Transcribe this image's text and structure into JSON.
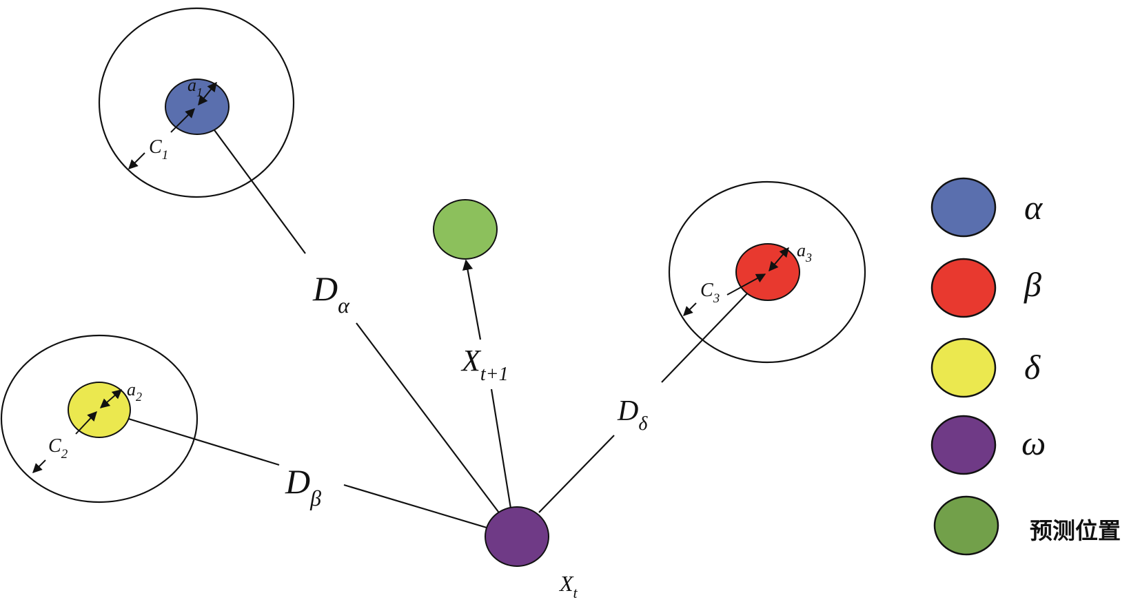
{
  "colors": {
    "alpha": "#5a6fae",
    "beta": "#e8392f",
    "delta": "#ebe84f",
    "omega": "#6f3a86",
    "predicted": "#8cc05c",
    "predicted_legend": "#72a04a"
  },
  "labels": {
    "D_alpha": {
      "main": "D",
      "sub": "α"
    },
    "D_beta": {
      "main": "D",
      "sub": "β"
    },
    "D_delta": {
      "main": "D",
      "sub": "δ"
    },
    "X_t1": {
      "main": "X",
      "sub": "t+1"
    },
    "X_t": {
      "main": "X",
      "sub": "t"
    },
    "C1": {
      "main": "C",
      "sub": "1"
    },
    "C2": {
      "main": "C",
      "sub": "2"
    },
    "C3": {
      "main": "C",
      "sub": "3"
    },
    "a1": {
      "main": "a",
      "sub": "1"
    },
    "a2": {
      "main": "a",
      "sub": "2"
    },
    "a3": {
      "main": "a",
      "sub": "3"
    }
  },
  "legend": [
    {
      "key": "alpha",
      "label": "α"
    },
    {
      "key": "beta",
      "label": "β"
    },
    {
      "key": "delta",
      "label": "δ"
    },
    {
      "key": "omega",
      "label": "ω"
    },
    {
      "key": "predicted_legend",
      "label": "预测位置"
    }
  ]
}
